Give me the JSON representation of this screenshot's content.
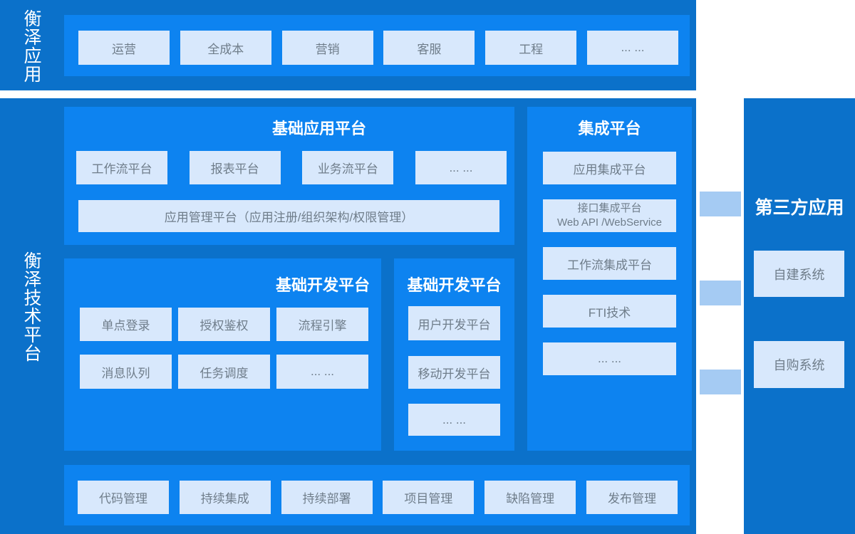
{
  "colors": {
    "band_blue": "#0b71ca",
    "panel_blue": "#0d83f0",
    "chip_blue": "#d8e8fc",
    "connector_blue": "#a5cbf3",
    "chip_text": "#6f7d8a",
    "title_text": "#ffffff"
  },
  "top_band": {
    "label": "衡泽应用",
    "items": [
      "运营",
      "全成本",
      "营销",
      "客服",
      "工程",
      "... ..."
    ]
  },
  "main_band": {
    "label": "衡泽技术平台",
    "app_platform": {
      "title": "基础应用平台",
      "chips": [
        "工作流平台",
        "报表平台",
        "业务流平台",
        "... ..."
      ],
      "wide_chip": "应用管理平台（应用注册/组织架构/权限管理）"
    },
    "dev_platform_left": {
      "title": "基础开发平台",
      "row1": [
        "单点登录",
        "授权鉴权",
        "流程引擎"
      ],
      "row2": [
        "消息队列",
        "任务调度",
        "... ..."
      ]
    },
    "dev_platform_right": {
      "title": "基础开发平台",
      "chips": [
        "用户开发平台",
        "移动开发平台",
        "... ..."
      ]
    },
    "integration_platform": {
      "title": "集成平台",
      "chips": [
        "应用集成平台",
        "接口集成平台",
        "工作流集成平台",
        "FTI技术",
        "... ..."
      ],
      "chip2_line2": "Web API /WebService"
    },
    "devops_row": [
      "代码管理",
      "持续集成",
      "持续部署",
      "项目管理",
      "缺陷管理",
      "发布管理"
    ]
  },
  "third_party": {
    "title": "第三方应用",
    "items": [
      "自建系统",
      "自购系统"
    ]
  }
}
